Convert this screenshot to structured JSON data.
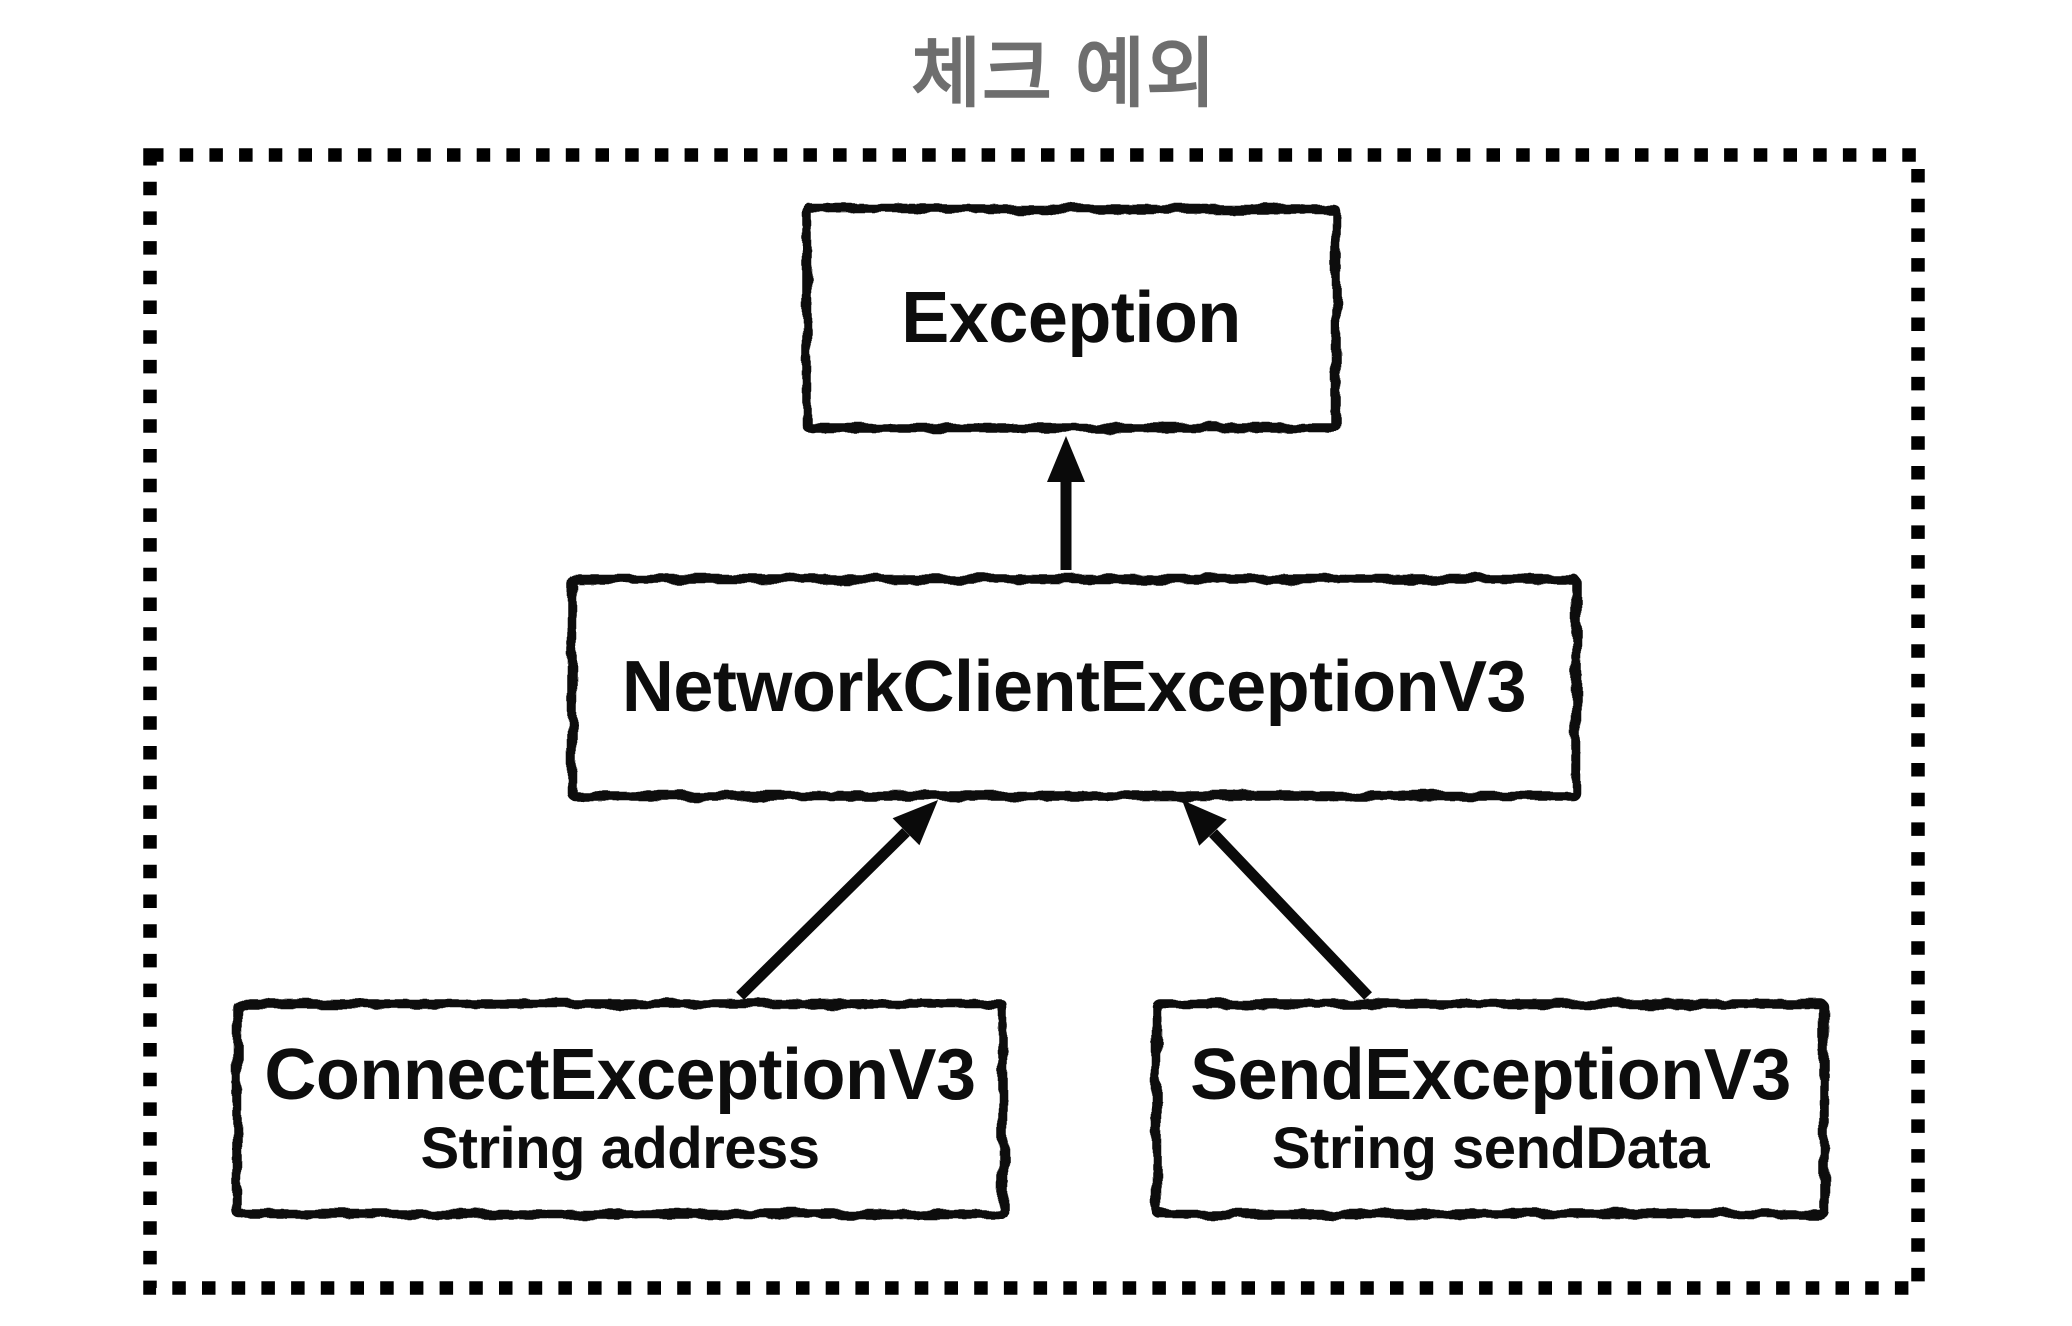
{
  "title": "체크 예외",
  "colors": {
    "background": "#ffffff",
    "title_text": "#6e6e6e",
    "diagram_stroke": "#0a0a0a",
    "node_fill": "#ffffff",
    "node_text": "#0d0d0d"
  },
  "nodes": {
    "exception": {
      "label": "Exception"
    },
    "network_client_exception_v3": {
      "label": "NetworkClientExceptionV3"
    },
    "connect_exception_v3": {
      "label": "ConnectExceptionV3",
      "field": "String address"
    },
    "send_exception_v3": {
      "label": "SendExceptionV3",
      "field": "String sendData"
    }
  },
  "edges": [
    {
      "from": "NetworkClientExceptionV3",
      "to": "Exception",
      "style": "solid-black-arrow-up"
    },
    {
      "from": "ConnectExceptionV3",
      "to": "NetworkClientExceptionV3",
      "style": "solid-black-arrow-up"
    },
    {
      "from": "SendExceptionV3",
      "to": "NetworkClientExceptionV3",
      "style": "solid-black-arrow-up"
    }
  ],
  "frame": {
    "style": "square-dotted",
    "color": "#000000"
  }
}
